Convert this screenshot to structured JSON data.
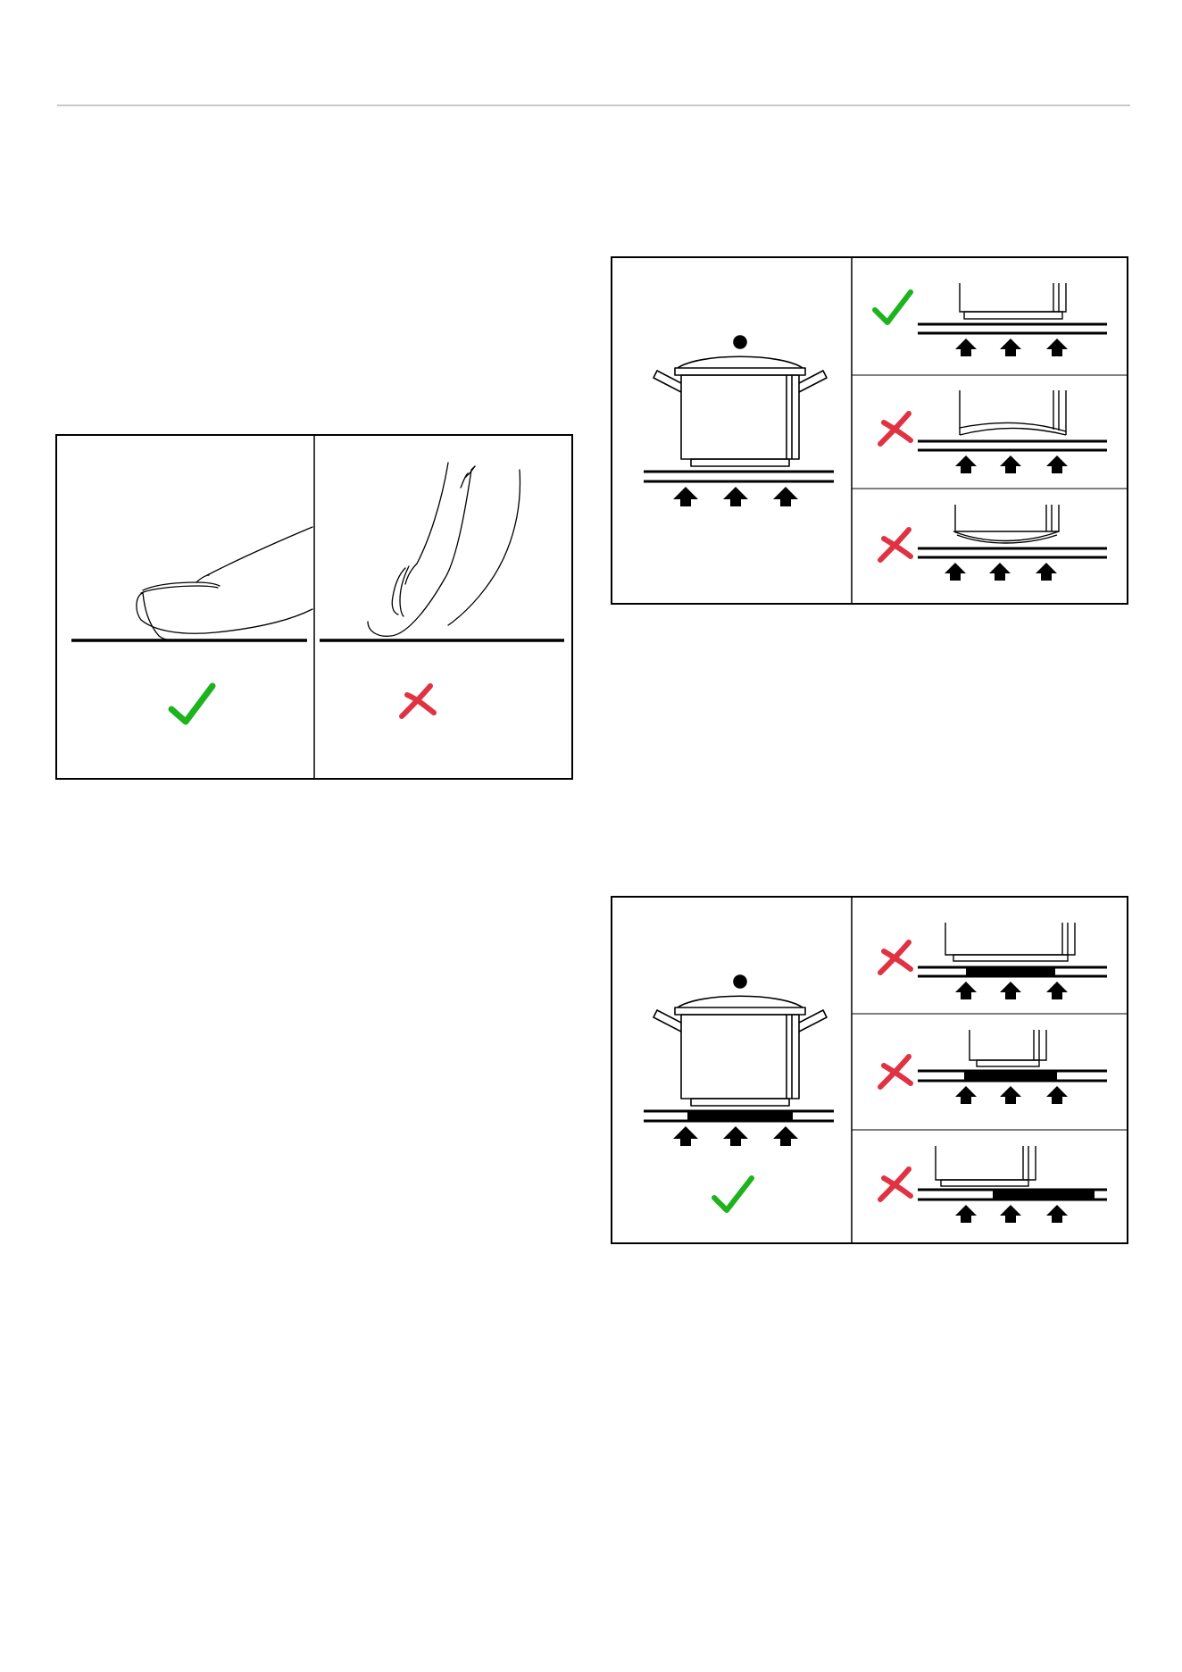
{
  "colors": {
    "correct": "#1db31d",
    "incorrect": "#e03242",
    "line": "#000000",
    "rule": "#c8c8c8"
  },
  "icons": {
    "correct": "check-icon",
    "incorrect": "cross-icon",
    "heat": "up-arrow-icon"
  },
  "finger_panel": {
    "cells": [
      {
        "touch": "flat-finger",
        "result": "correct"
      },
      {
        "touch": "fingertip",
        "result": "incorrect"
      }
    ]
  },
  "pan_flat_panel": {
    "main": {
      "result": "none"
    },
    "rows": [
      {
        "base": "flat",
        "result": "correct"
      },
      {
        "base": "concave",
        "result": "incorrect"
      },
      {
        "base": "convex",
        "result": "incorrect"
      }
    ]
  },
  "pan_size_panel": {
    "main": {
      "result": "correct"
    },
    "rows": [
      {
        "case": "pan-larger-than-zone",
        "result": "incorrect"
      },
      {
        "case": "pan-smaller-than-zone",
        "result": "incorrect"
      },
      {
        "case": "pan-off-centre",
        "result": "incorrect"
      }
    ]
  }
}
